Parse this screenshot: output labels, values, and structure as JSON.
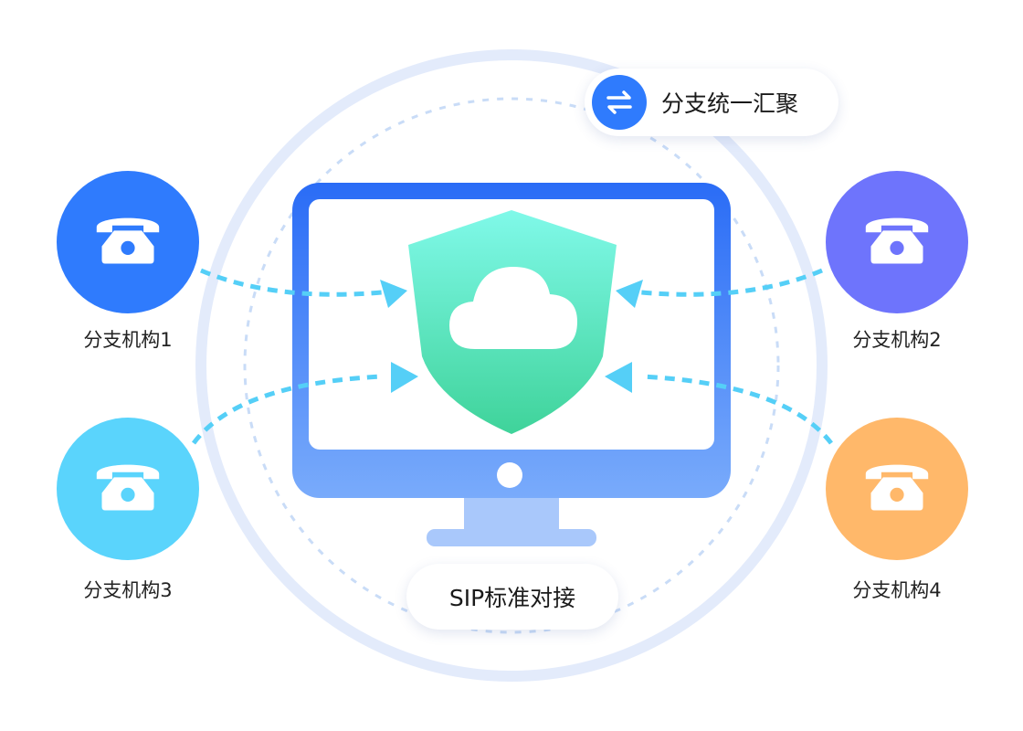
{
  "branches": [
    {
      "label": "分支机构1",
      "color": "#2f7bfd"
    },
    {
      "label": "分支机构2",
      "color": "#6e74fc"
    },
    {
      "label": "分支机构3",
      "color": "#5ad4fc"
    },
    {
      "label": "分支机构4",
      "color": "#ffb86a"
    }
  ],
  "top_badge": {
    "label": "分支统一汇聚",
    "icon": "swap-arrows-icon"
  },
  "bottom_badge": {
    "label": "SIP标准对接"
  },
  "center": {
    "icon": "monitor-shield-cloud-icon"
  },
  "colors": {
    "ring": "#e3ebfb",
    "arrow": "#55cff7",
    "accent": "#2f7bfd"
  }
}
